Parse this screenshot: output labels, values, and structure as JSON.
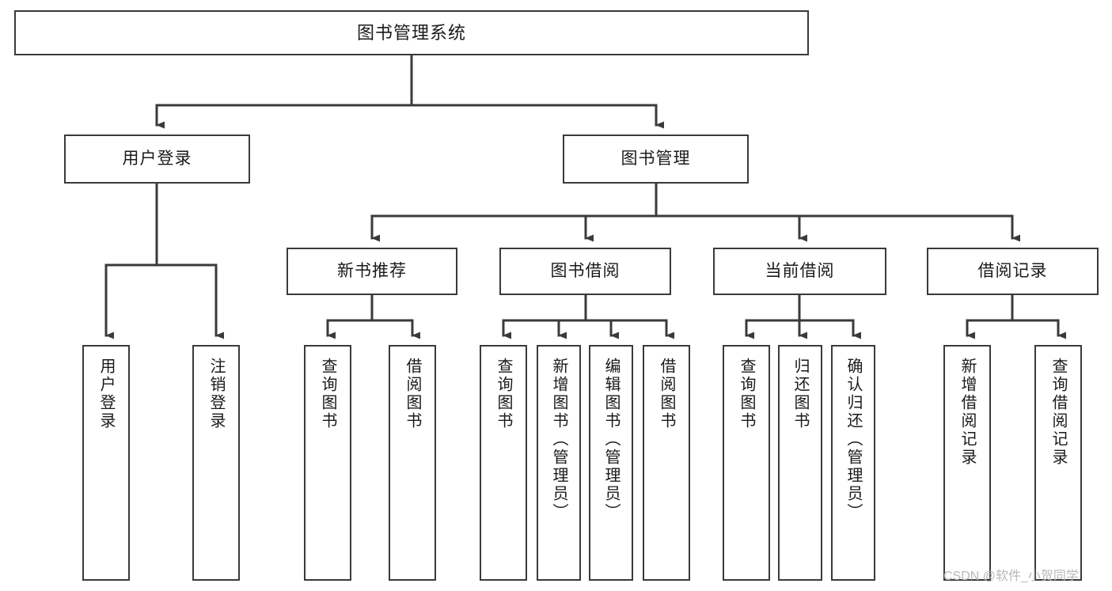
{
  "diagram": {
    "title": "图书管理系统",
    "type": "tree-hierarchy",
    "orientation": "top-down",
    "watermark": "CSDN @软件_小贺同学",
    "colors": {
      "box_border": "#3a3a3a",
      "box_fill": "#ffffff",
      "connector": "#3a3a3a",
      "text": "#1a1a1a",
      "watermark": "#b8b8b8",
      "background": "#ffffff"
    },
    "nodes": {
      "root": {
        "label": "图书管理系统"
      },
      "level2": [
        {
          "id": "user-login",
          "label": "用户登录"
        },
        {
          "id": "book-management",
          "label": "图书管理"
        }
      ],
      "level3": [
        {
          "id": "new-book-recommend",
          "label": "新书推荐"
        },
        {
          "id": "book-borrow",
          "label": "图书借阅"
        },
        {
          "id": "current-borrow",
          "label": "当前借阅"
        },
        {
          "id": "borrow-record",
          "label": "借阅记录"
        }
      ],
      "leaves": {
        "user_login": [
          {
            "id": "leaf-user-login",
            "label": "用户登录"
          },
          {
            "id": "leaf-logout-login",
            "label": "注销登录"
          }
        ],
        "new_book_recommend": [
          {
            "id": "leaf-query-book-1",
            "label": "查询图书"
          },
          {
            "id": "leaf-borrow-book-1",
            "label": "借阅图书"
          }
        ],
        "book_borrow": [
          {
            "id": "leaf-query-book-2",
            "label": "查询图书"
          },
          {
            "id": "leaf-add-book",
            "label": "新增图书（管理员）"
          },
          {
            "id": "leaf-edit-book",
            "label": "编辑图书（管理员）"
          },
          {
            "id": "leaf-borrow-book-2",
            "label": "借阅图书"
          }
        ],
        "current_borrow": [
          {
            "id": "leaf-query-book-3",
            "label": "查询图书"
          },
          {
            "id": "leaf-return-book",
            "label": "归还图书"
          },
          {
            "id": "leaf-confirm-return",
            "label": "确认归还（管理员）"
          }
        ],
        "borrow_record": [
          {
            "id": "leaf-add-borrow-record",
            "label": "新增借阅记录"
          },
          {
            "id": "leaf-query-borrow-record",
            "label": "查询借阅记录"
          }
        ]
      }
    }
  }
}
